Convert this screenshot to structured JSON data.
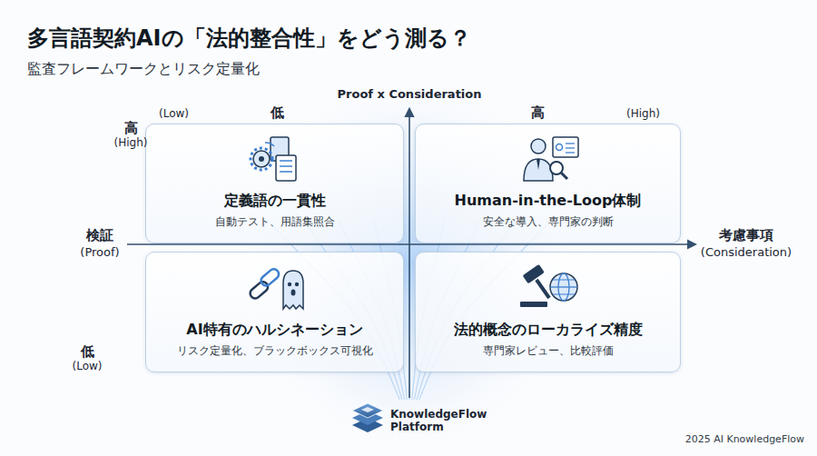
{
  "diagram": {
    "title": "多言語契約AIの「法的整合性」をどう測る？",
    "caption": "監査フレームワークとリスク定量化",
    "nodes": [
      {
        "text": [
          "定義語の一貫性",
          "自動テスト、用語集照合"
        ]
      },
      {
        "text": [
          "Human-in-the-Loop体制",
          "安全な導入、専門家の判断"
        ]
      },
      {
        "text": [
          "AI特有のハルシネーション",
          "リスク定量化、ブラックボックス可視化"
        ]
      },
      {
        "text": [
          "法的概念のローカライズ精度",
          "専門家レビュー、比較評価"
        ]
      }
    ],
    "labels": [
      "Proof x Consideration",
      "(Low)",
      "低",
      "高",
      "(High)",
      "高",
      "(High)",
      "検証",
      "(Proof)",
      "考慮事項",
      "(Consideration)",
      "低",
      "(Low)",
      "KnowledgeFlow Platform",
      "2025 AI KnowledgeFlow"
    ]
  }
}
